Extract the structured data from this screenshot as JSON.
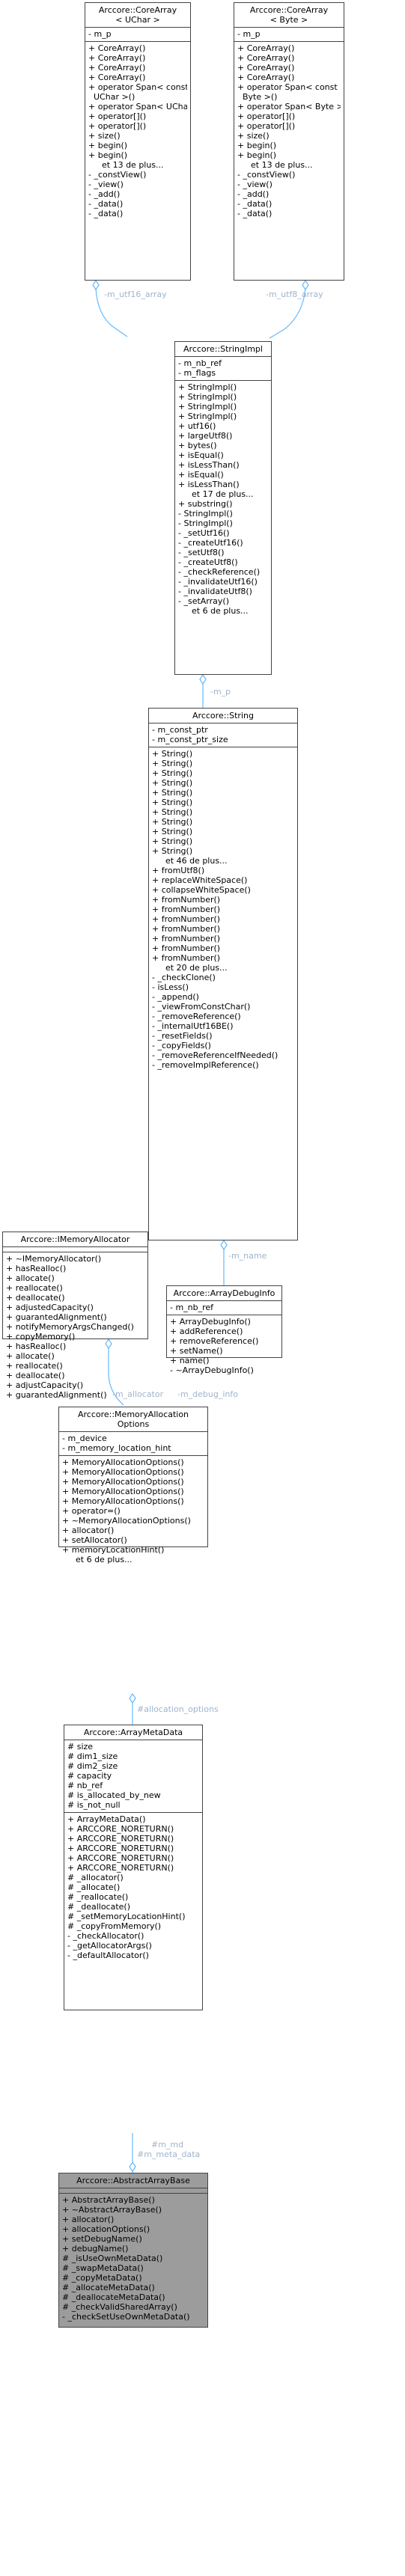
{
  "edge_color": "#63b8ff",
  "label_color": "#9fb4cc",
  "focus_color": "#9c9c9c",
  "classes": {
    "core_uchar": {
      "title": [
        "Arccore::CoreArray",
        "< UChar >"
      ],
      "attrs": [
        "- m_p"
      ],
      "ops": [
        "+ CoreArray()",
        "+ CoreArray()",
        "+ CoreArray()",
        "+ CoreArray()",
        "+ operator Span< const",
        "  UChar >()",
        "+ operator Span< UChar >()",
        "+ operator[]()",
        "+ operator[]()",
        "+ size()",
        "+ begin()",
        "+ begin()",
        "et 13 de plus...",
        "- _constView()",
        "- _view()",
        "- _add()",
        "- _data()",
        "- _data()"
      ]
    },
    "core_byte": {
      "title": [
        "Arccore::CoreArray",
        "< Byte >"
      ],
      "attrs": [
        "- m_p"
      ],
      "ops": [
        "+ CoreArray()",
        "+ CoreArray()",
        "+ CoreArray()",
        "+ CoreArray()",
        "+ operator Span< const",
        "  Byte >()",
        "+ operator Span< Byte >()",
        "+ operator[]()",
        "+ operator[]()",
        "+ size()",
        "+ begin()",
        "+ begin()",
        "et 13 de plus...",
        "- _constView()",
        "- _view()",
        "- _add()",
        "- _data()",
        "- _data()"
      ]
    },
    "string_impl": {
      "title": [
        "Arccore::StringImpl"
      ],
      "attrs": [
        "- m_nb_ref",
        "- m_flags"
      ],
      "ops": [
        "+ StringImpl()",
        "+ StringImpl()",
        "+ StringImpl()",
        "+ StringImpl()",
        "+ utf16()",
        "+ largeUtf8()",
        "+ bytes()",
        "+ isEqual()",
        "+ isLessThan()",
        "+ isEqual()",
        "+ isLessThan()",
        "et 17 de plus...",
        "+ substring()",
        "- StringImpl()",
        "- StringImpl()",
        "- _setUtf16()",
        "- _createUtf16()",
        "- _setUtf8()",
        "- _createUtf8()",
        "- _checkReference()",
        "- _invalidateUtf16()",
        "- _invalidateUtf8()",
        "- _setArray()",
        "et 6 de plus..."
      ]
    },
    "string": {
      "title": [
        "Arccore::String"
      ],
      "attrs": [
        "- m_const_ptr",
        "- m_const_ptr_size"
      ],
      "ops": [
        "+ String()",
        "+ String()",
        "+ String()",
        "+ String()",
        "+ String()",
        "+ String()",
        "+ String()",
        "+ String()",
        "+ String()",
        "+ String()",
        "+ String()",
        "et 46 de plus...",
        "+ fromUtf8()",
        "+ replaceWhiteSpace()",
        "+ collapseWhiteSpace()",
        "+ fromNumber()",
        "+ fromNumber()",
        "+ fromNumber()",
        "+ fromNumber()",
        "+ fromNumber()",
        "+ fromNumber()",
        "+ fromNumber()",
        "et 20 de plus...",
        "- _checkClone()",
        "- isLess()",
        "- _append()",
        "- _viewFromConstChar()",
        "- _removeReference()",
        "- _internalUtf16BE()",
        "- _resetFields()",
        "- _copyFields()",
        "- _removeReferenceIfNeeded()",
        "- _removeImplReference()"
      ]
    },
    "imemory": {
      "title": [
        "Arccore::IMemoryAllocator"
      ],
      "attrs": [],
      "ops": [
        "+ ~IMemoryAllocator()",
        "+ hasRealloc()",
        "+ allocate()",
        "+ reallocate()",
        "+ deallocate()",
        "+ adjustedCapacity()",
        "+ guarantedAlignment()",
        "+ notifyMemoryArgsChanged()",
        "+ copyMemory()",
        "+ hasRealloc()",
        "+ allocate()",
        "+ reallocate()",
        "+ deallocate()",
        "+ adjustCapacity()",
        "+ guarantedAlignment()"
      ]
    },
    "debug_info": {
      "title": [
        "Arccore::ArrayDebugInfo"
      ],
      "attrs": [
        "- m_nb_ref"
      ],
      "ops": [
        "+ ArrayDebugInfo()",
        "+ addReference()",
        "+ removeReference()",
        "+ setName()",
        "+ name()",
        "- ~ArrayDebugInfo()"
      ]
    },
    "mem_options": {
      "title": [
        "Arccore::MemoryAllocation",
        "Options"
      ],
      "attrs": [
        "- m_device",
        "- m_memory_location_hint"
      ],
      "ops": [
        "+ MemoryAllocationOptions()",
        "+ MemoryAllocationOptions()",
        "+ MemoryAllocationOptions()",
        "+ MemoryAllocationOptions()",
        "+ MemoryAllocationOptions()",
        "+ operator=()",
        "+ ~MemoryAllocationOptions()",
        "+ allocator()",
        "+ setAllocator()",
        "+ memoryLocationHint()",
        "et 6 de plus..."
      ]
    },
    "meta_data": {
      "title": [
        "Arccore::ArrayMetaData"
      ],
      "attrs": [
        "# size",
        "# dim1_size",
        "# dim2_size",
        "# capacity",
        "# nb_ref",
        "# is_allocated_by_new",
        "# is_not_null"
      ],
      "ops": [
        "+ ArrayMetaData()",
        "+ ARCCORE_NORETURN()",
        "+ ARCCORE_NORETURN()",
        "+ ARCCORE_NORETURN()",
        "+ ARCCORE_NORETURN()",
        "+ ARCCORE_NORETURN()",
        "# _allocator()",
        "# _allocate()",
        "# _reallocate()",
        "# _deallocate()",
        "# _setMemoryLocationHint()",
        "# _copyFromMemory()",
        "- _checkAllocator()",
        "- _getAllocatorArgs()",
        "- _defaultAllocator()"
      ]
    },
    "abstract_base": {
      "title": [
        "Arccore::AbstractArrayBase"
      ],
      "attrs": [],
      "ops": [
        "+ AbstractArrayBase()",
        "+ ~AbstractArrayBase()",
        "+ allocator()",
        "+ allocationOptions()",
        "+ setDebugName()",
        "+ debugName()",
        "# _isUseOwnMetaData()",
        "# _swapMetaData()",
        "# _copyMetaData()",
        "# _allocateMetaData()",
        "# _deallocateMetaData()",
        "# _checkValidSharedArray()",
        "- _checkSetUseOwnMetaData()"
      ]
    }
  },
  "edge_labels": {
    "utf16": "-m_utf16_array",
    "utf8": "-m_utf8_array",
    "p": "-m_p",
    "name": "-m_name",
    "allocator": "-m_allocator",
    "debug_info": "-m_debug_info",
    "alloc_options": "#allocation_options",
    "md_line1": "#m_md",
    "md_line2": "#m_meta_data"
  }
}
